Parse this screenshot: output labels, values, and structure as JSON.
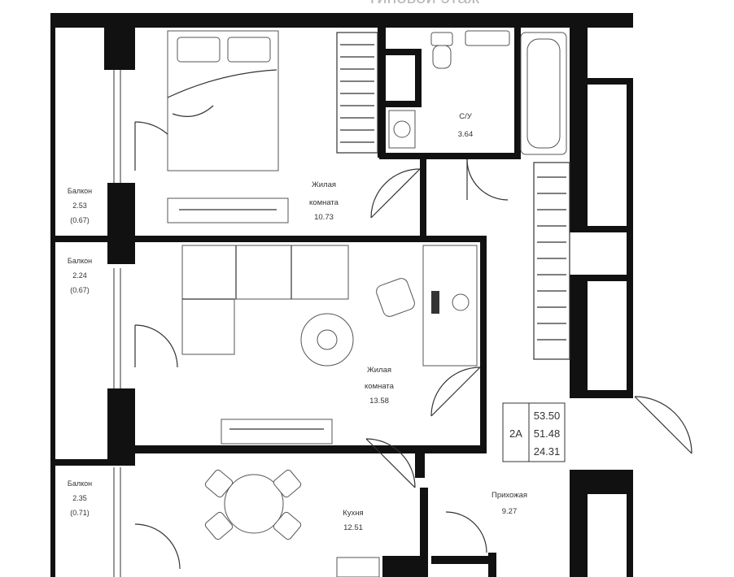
{
  "rooms": {
    "bedroom": {
      "name": "Жилая",
      "sub": "комната",
      "area": "10.73"
    },
    "living": {
      "name": "Жилая",
      "sub": "комната",
      "area": "13.58"
    },
    "kitchen": {
      "name": "Кухня",
      "area": "12.51"
    },
    "hall": {
      "name": "Прихожая",
      "area": "9.27"
    },
    "bathroom": {
      "name": "С/У",
      "area": "3.64"
    },
    "balcony_1": {
      "name": "Балкон",
      "area": "2.53",
      "reduced": "(0.67)"
    },
    "balcony_2": {
      "name": "Балкон",
      "area": "2.24",
      "reduced": "(0.67)"
    },
    "balcony_3": {
      "name": "Балкон",
      "area": "2.35",
      "reduced": "(0.71)"
    }
  },
  "apartment": {
    "type": "2А",
    "total_area": "53.50",
    "area_without_balconies": "51.48",
    "living_area": "24.31"
  },
  "header_partial": "Типовой этаж"
}
